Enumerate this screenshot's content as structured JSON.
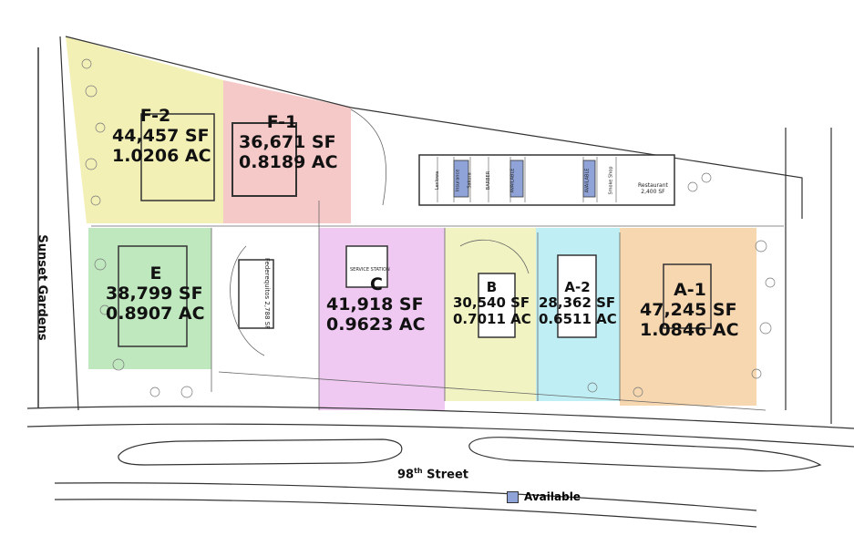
{
  "streets": {
    "west": "Sunset Gardens",
    "south_main": "98",
    "south_sup": "th",
    "south_tail": " Street"
  },
  "legend": {
    "label": "Available",
    "color": "#8fa3d9"
  },
  "colors": {
    "F2": "#f3f0b6",
    "F1": "#f6c9c9",
    "E": "#bfe8bf",
    "C": "#f0c9f3",
    "B": "#f1f3c2",
    "A2": "#bfeff4",
    "A1": "#f6d7b0",
    "strip": "#ffffff"
  },
  "parcels": [
    {
      "id": "F-2",
      "sf": "44,457 SF",
      "ac": "1.0206 AC"
    },
    {
      "id": "F-1",
      "sf": "36,671 SF",
      "ac": "0.8189 AC"
    },
    {
      "id": "E",
      "sf": "38,799 SF",
      "ac": "0.8907 AC"
    },
    {
      "id": "C",
      "sf": "41,918 SF",
      "ac": "0.9623 AC"
    },
    {
      "id": "B",
      "sf": "30,540 SF",
      "ac": "0.7011 AC"
    },
    {
      "id": "A-2",
      "sf": "28,362 SF",
      "ac": "0.6511 AC"
    },
    {
      "id": "A-1",
      "sf": "47,245 SF",
      "ac": "1.0846 AC"
    }
  ],
  "buildings": {
    "federequitos": "Federequitos",
    "federequitos_sf": "2,788 SF",
    "restaurant": "Restaurant",
    "restaurant_sf": "2,400 SF",
    "station": "SERVICE STATION",
    "strip_units": [
      "Lexlowa",
      "Insurance",
      "Sakura",
      "BARBER",
      "AVAILABLE",
      "Smoke Shop",
      "AVAILABLE"
    ]
  }
}
